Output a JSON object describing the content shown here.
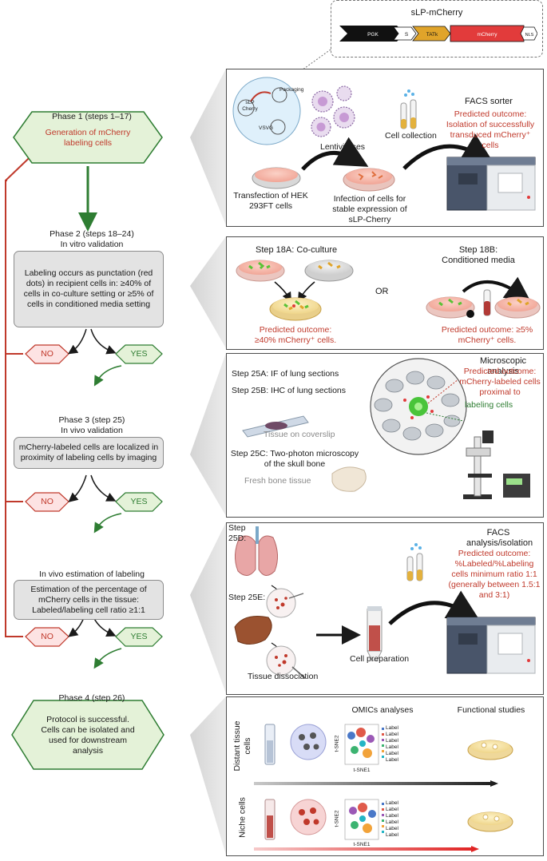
{
  "construct": {
    "title": "sLP-mCherry",
    "segments": [
      "PGK",
      "S",
      "TATk",
      "mCherry",
      "NLS"
    ]
  },
  "phase1": {
    "title": "Phase 1 (steps 1–17)",
    "box": "Generation of mCherry labeling cells",
    "panel": {
      "vector_labels": [
        "sLP Cherry",
        "Packaging",
        "VSVG"
      ],
      "lentiviruses": "Lentiviruses",
      "transfection": "Transfection of HEK 293FT cells",
      "infection": "Infection of cells for stable expression of sLP-Cherry",
      "cell_collection": "Cell collection",
      "facs_title": "FACS sorter",
      "outcome": "Predicted outcome: Isolation of successfully transduced mCherry⁺ cells"
    }
  },
  "phase2": {
    "title": "Phase 2 (steps 18–24)",
    "subtitle": "In vitro validation",
    "box": "Labeling occurs as punctation (red dots) in recipient cells in: ≥40% of cells in co-culture setting or ≥5% of cells in conditioned media setting",
    "no": "NO",
    "yes": "YES",
    "panel": {
      "step18a": "Step 18A: Co-culture",
      "step18b": "Step 18B: Conditioned media",
      "or": "OR",
      "outcome_a": "Predicted outcome: ≥40% mCherry⁺ cells.",
      "outcome_b": "Predicted outcome: ≥5% mCherry⁺ cells."
    }
  },
  "phase3": {
    "title": "Phase 3 (step 25)",
    "subtitle": "In vivo validation",
    "box": "mCherry-labeled cells are localized in proximity of labeling cells by imaging",
    "no": "NO",
    "yes": "YES",
    "panel": {
      "step25a": "Step 25A: IF of lung sections",
      "step25b": "Step 25B: IHC of lung sections",
      "tissue_coverslip": "Tissue on coverslip",
      "step25c": "Step 25C: Two-photon microscopy of the skull bone",
      "fresh_bone": "Fresh bone tissue",
      "micro_title": "Microscopic analysis",
      "micro_outcome": "Predicted outcome: mCherry-labeled cells proximal to",
      "labeling_cells": "labeling cells"
    }
  },
  "estimation": {
    "title": "In vivo estimation of labeling",
    "box": "Estimation of the percentage of mCherry cells in the tissue: Labeled/labeling cell ratio ≥1:1",
    "no": "NO",
    "yes": "YES",
    "panel": {
      "step25d": "Step 25D:",
      "step25e": "Step 25E:",
      "tissue_dissociation": "Tissue dissociation",
      "cell_preparation": "Cell preparation",
      "facs_title": "FACS analysis/isolation",
      "outcome": "Predicted outcome: %Labeled/%Labeling cells minimum ratio 1:1 (generally between 1.5:1 and 3:1)"
    }
  },
  "phase4": {
    "title": "Phase 4 (step 26)",
    "box": "Protocol is successful. Cells can be isolated and used for downstream analysis",
    "panel": {
      "omics": "OMICs analyses",
      "functional": "Functional studies",
      "row1": "Distant tissue cells",
      "row2": "Niche cells",
      "tsne_x": "t-SNE1",
      "tsne_y": "t-SNE2",
      "legend_label": "Label"
    }
  },
  "colors": {
    "red": "#c0392b",
    "green": "#2e7d32",
    "green_fill": "#e4f2d8",
    "red_fill": "#fde3e3",
    "mcherry": "#e23b3b",
    "tatk": "#e0a42a",
    "box_gray": "#e3e3e3"
  }
}
